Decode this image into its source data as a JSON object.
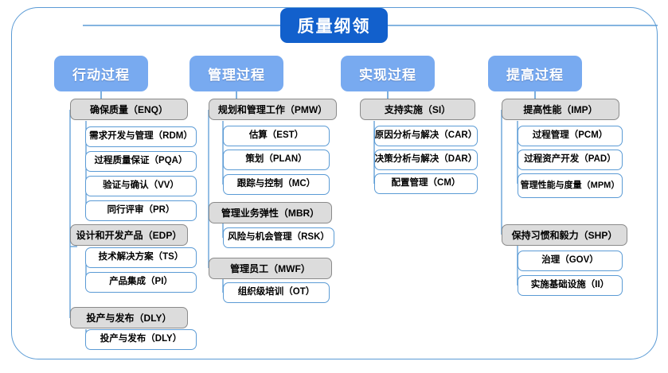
{
  "diagram": {
    "title": "质量纲领",
    "frame": {
      "color": "#5b9bd5"
    },
    "colors": {
      "root_fill": "#1260cc",
      "header_fill": "#78aaf0",
      "category_fill": "#dcdcdc",
      "category_border": "#8a8a8a",
      "leaf_border": "#5b9bd5",
      "connector": "#5b9bd5"
    },
    "columns": [
      {
        "header": "行动过程",
        "groups": [
          {
            "title": "确保质量（ENQ）",
            "items": [
              "需求开发与管理（RDM）",
              "过程质量保证（PQA）",
              "验证与确认（VV）",
              "同行评审（PR）"
            ]
          },
          {
            "title": "设计和开发产品（EDP）",
            "items": [
              "技术解决方案（TS）",
              "产品集成（PI）"
            ]
          },
          {
            "title": "投产与发布（DLY）",
            "items": [
              "投产与发布（DLY）"
            ]
          }
        ]
      },
      {
        "header": "管理过程",
        "groups": [
          {
            "title": "规划和管理工作（PMW）",
            "items": [
              "估算（EST）",
              "策划（PLAN）",
              "跟踪与控制（MC）"
            ]
          },
          {
            "title": "管理业务弹性（MBR）",
            "items": [
              "风险与机会管理（RSK）"
            ]
          },
          {
            "title": "管理员工（MWF）",
            "items": [
              "组织级培训（OT）"
            ]
          }
        ]
      },
      {
        "header": "实现过程",
        "groups": [
          {
            "title": "支持实施（SI）",
            "items": [
              "原因分析与解决（CAR）",
              "决策分析与解决（DAR）",
              "配置管理（CM）"
            ]
          }
        ]
      },
      {
        "header": "提高过程",
        "groups": [
          {
            "title": "提高性能（IMP）",
            "items": [
              "过程管理（PCM）",
              "过程资产开发（PAD）",
              "管理性能与度量（MPM）"
            ]
          },
          {
            "title": "保持习惯和毅力（SHP）",
            "items": [
              "治理（GOV）",
              "实施基础设施（II）"
            ]
          }
        ]
      }
    ]
  }
}
